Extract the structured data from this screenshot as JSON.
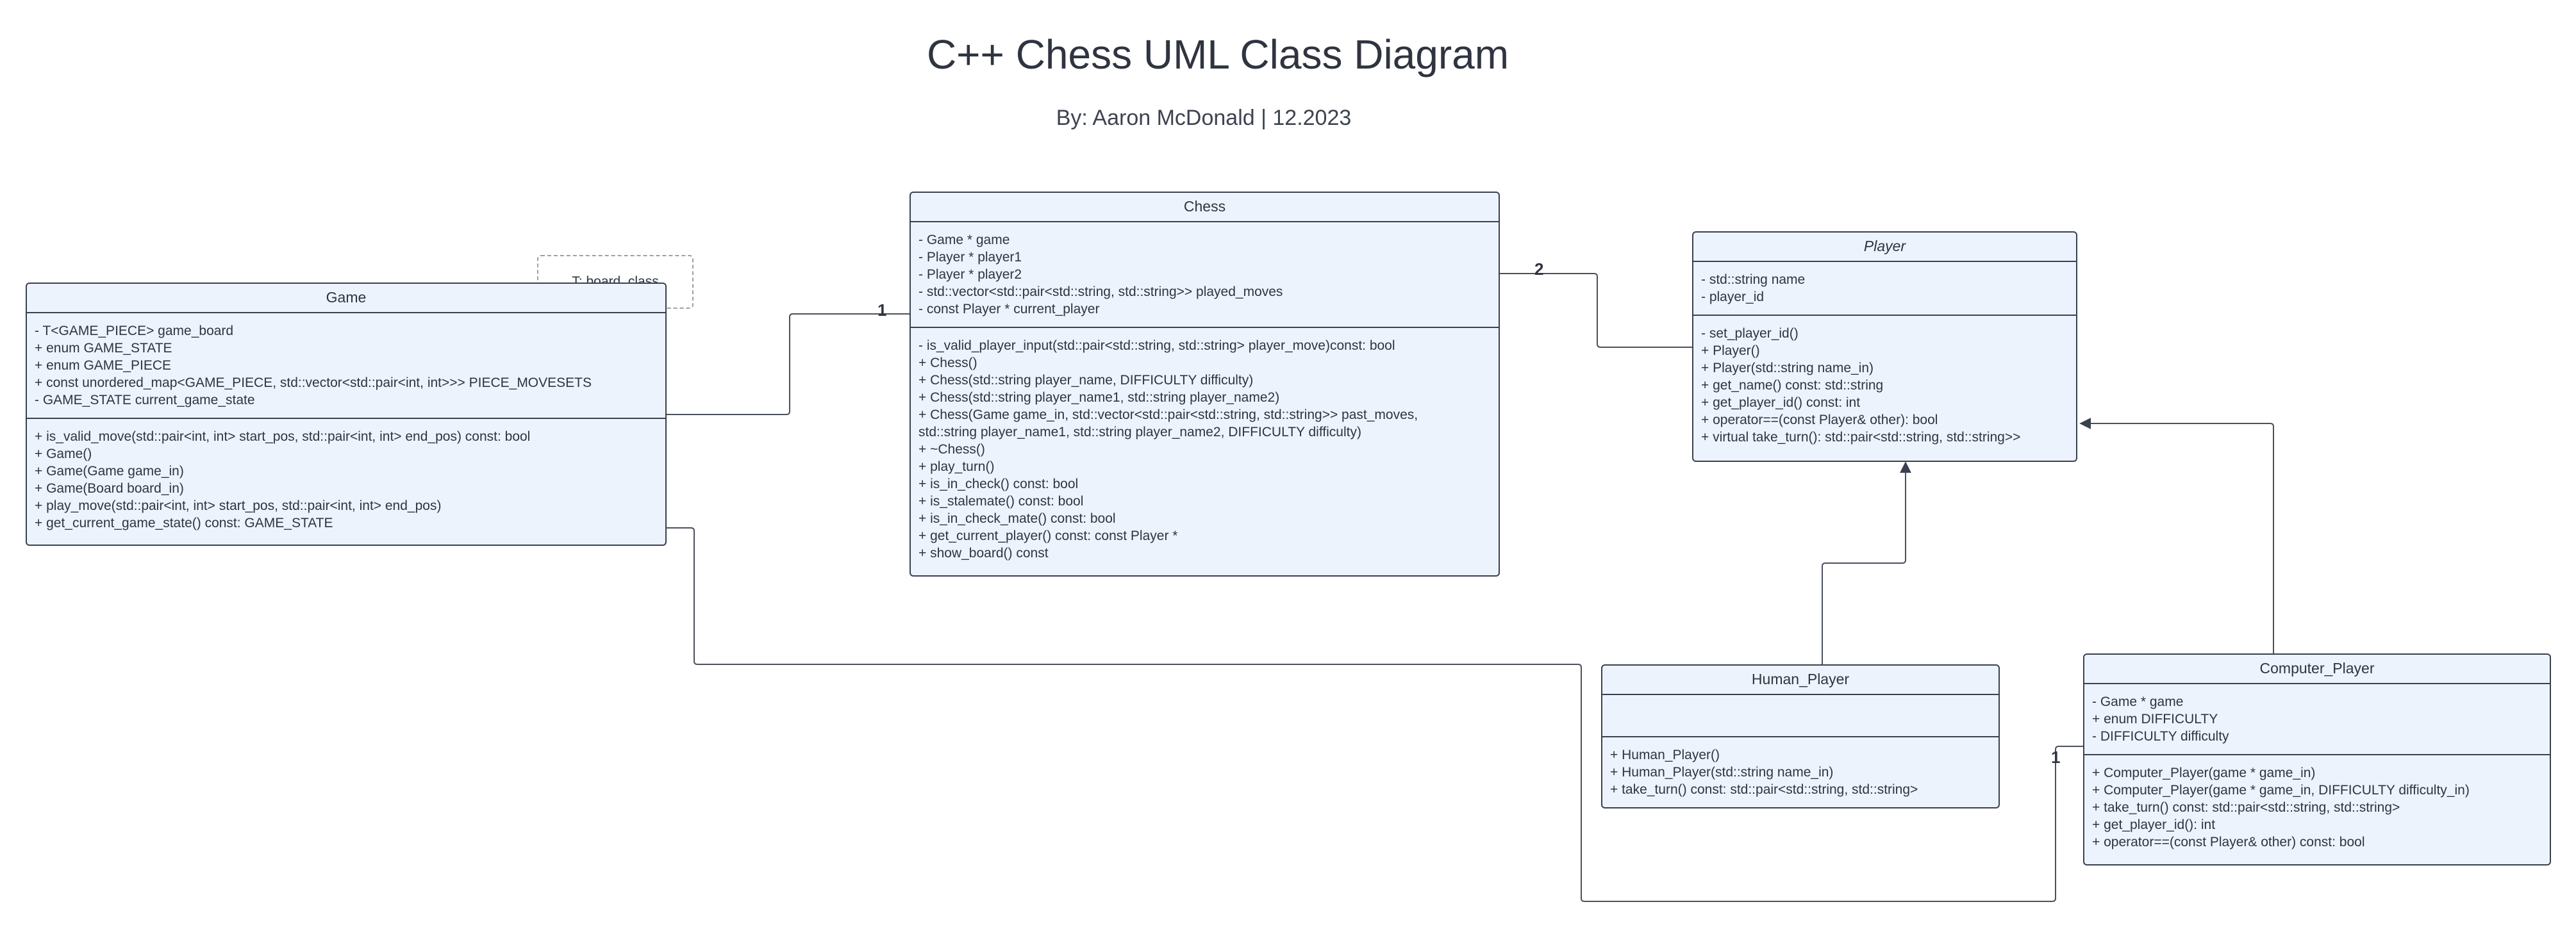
{
  "header": {
    "title": "C++ Chess UML Class Diagram",
    "subtitle": "By: Aaron McDonald | 12.2023"
  },
  "template_param": "T: board_class",
  "classes": {
    "game": {
      "name": "Game",
      "attributes": [
        "- T<GAME_PIECE> game_board",
        "+ enum GAME_STATE",
        "+ enum GAME_PIECE",
        "+ const unordered_map<GAME_PIECE, std::vector<std::pair<int, int>>> PIECE_MOVESETS",
        "- GAME_STATE current_game_state"
      ],
      "methods": [
        "+ is_valid_move(std::pair<int, int> start_pos, std::pair<int, int> end_pos) const: bool",
        "+ Game()",
        "+ Game(Game game_in)",
        "+ Game(Board board_in)",
        "+ play_move(std::pair<int, int> start_pos, std::pair<int, int> end_pos)",
        "+ get_current_game_state() const: GAME_STATE"
      ]
    },
    "chess": {
      "name": "Chess",
      "attributes": [
        "- Game * game",
        "- Player * player1",
        "- Player * player2",
        "- std::vector<std::pair<std::string, std::string>> played_moves",
        "- const Player * current_player"
      ],
      "methods": [
        "- is_valid_player_input(std::pair<std::string, std::string> player_move)const: bool",
        "+ Chess()",
        "+ Chess(std::string player_name, DIFFICULTY difficulty)",
        "+ Chess(std::string player_name1, std::string player_name2)",
        "+ Chess(Game game_in, std::vector<std::pair<std::string, std::string>> past_moves,",
        "std::string player_name1, std::string player_name2, DIFFICULTY difficulty)",
        "+ ~Chess()",
        "+ play_turn()",
        "+ is_in_check() const: bool",
        "+ is_stalemate() const: bool",
        "+ is_in_check_mate() const: bool",
        "+ get_current_player() const: const Player *",
        "+ show_board() const"
      ]
    },
    "player": {
      "name": "Player",
      "attributes": [
        "- std::string name",
        "- player_id"
      ],
      "methods": [
        "- set_player_id()",
        "+ Player()",
        "+ Player(std::string name_in)",
        "+ get_name() const: std::string",
        "+ get_player_id() const: int",
        "+ operator==(const Player& other): bool",
        "+ virtual take_turn(): std::pair<std::string, std::string>>"
      ]
    },
    "human": {
      "name": "Human_Player",
      "attributes": [],
      "methods": [
        "+ Human_Player()",
        "+ Human_Player(std::string name_in)",
        "+ take_turn() const: std::pair<std::string, std::string>"
      ]
    },
    "computer": {
      "name": "Computer_Player",
      "attributes": [
        "- Game * game",
        "+ enum DIFFICULTY",
        "- DIFFICULTY difficulty"
      ],
      "methods": [
        "+ Computer_Player(game * game_in)",
        "+ Computer_Player(game * game_in, DIFFICULTY difficulty_in)",
        "+ take_turn() const: std::pair<std::string, std::string>",
        "+ get_player_id(): int",
        "+ operator==(const Player& other) const: bool"
      ]
    }
  },
  "multiplicities": {
    "game_chess": "1",
    "chess_player": "2",
    "game_computer": "1"
  }
}
